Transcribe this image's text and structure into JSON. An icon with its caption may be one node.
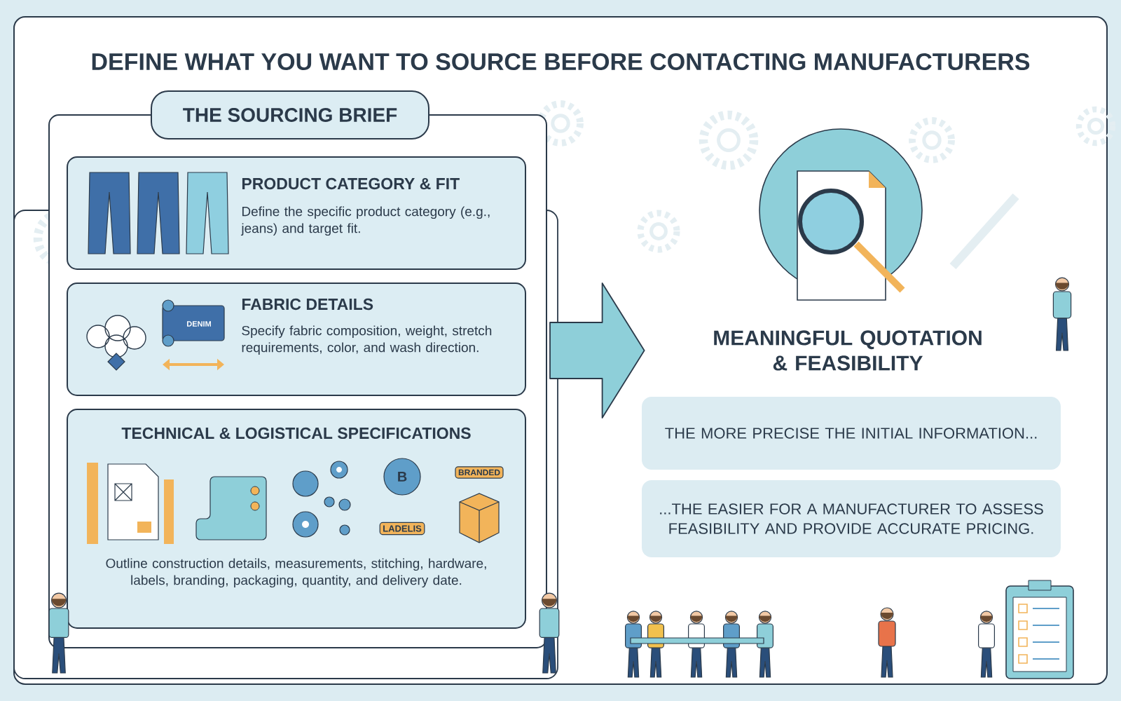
{
  "diagram": {
    "title": "DEFINE WHAT YOU WANT TO SOURCE BEFORE CONTACTING MANUFACTURERS",
    "nodes": [
      {
        "text": [
          "THE SOURCING BRIEF"
        ]
      },
      {
        "text": [
          "PRODUCT CATEGORY & FIT",
          "Define the specific product category (e.g., jeans) and target fit."
        ],
        "in": 0
      },
      {
        "text": [
          "FABRIC DETAILS",
          "Specify fabric composition, weight, stretch requirements, color, and wash direction."
        ],
        "in": 0
      },
      {
        "text": [
          "TECHNICAL & LOGISTICAL SPECIFICATIONS",
          "Outline construction details, measurements, stitching, hardware, labels, branding, packaging, quantity, and delivery date."
        ],
        "in": 0
      },
      {
        "text": [
          "MEANINGFUL QUOTATION & FEASIBILITY"
        ]
      },
      {
        "text": [
          "THE MORE PRECISE THE INITIAL INFORMATION..."
        ]
      },
      {
        "text": [
          "...THE EASIER FOR A MANUFACTURER TO ASSESS FEASIBILITY AND PROVIDE ACCURATE PRICING."
        ]
      }
    ],
    "edges": [
      {
        "from": 0,
        "to": 4,
        "arrow": "to"
      }
    ],
    "labels": [
      "DENIM",
      "B",
      "LADELIS",
      "BRANDED"
    ]
  }
}
